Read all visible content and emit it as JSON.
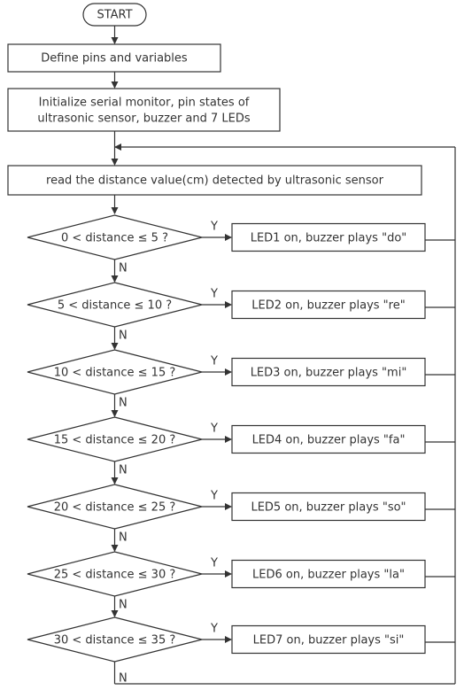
{
  "start": "START",
  "define": "Define pins and variables",
  "init": [
    "Initialize serial monitor, pin states of",
    "ultrasonic sensor, buzzer and 7 LEDs"
  ],
  "read": "read the distance value(cm) detected by ultrasonic sensor",
  "yes_label": "Y",
  "no_label": "N",
  "steps": [
    {
      "condition": "0 < distance ≤ 5 ?",
      "action": "LED1 on, buzzer plays \"do\""
    },
    {
      "condition": "5 < distance ≤ 10 ?",
      "action": "LED2 on, buzzer plays \"re\""
    },
    {
      "condition": "10 < distance ≤ 15 ?",
      "action": "LED3 on, buzzer plays \"mi\""
    },
    {
      "condition": "15 < distance ≤ 20 ?",
      "action": "LED4 on, buzzer plays \"fa\""
    },
    {
      "condition": "20 < distance ≤ 25 ?",
      "action": "LED5 on, buzzer plays \"so\""
    },
    {
      "condition": "25 < distance ≤ 30 ?",
      "action": "LED6 on, buzzer plays \"la\""
    },
    {
      "condition": "30 < distance ≤ 35 ?",
      "action": "LED7 on, buzzer plays \"si\""
    }
  ]
}
